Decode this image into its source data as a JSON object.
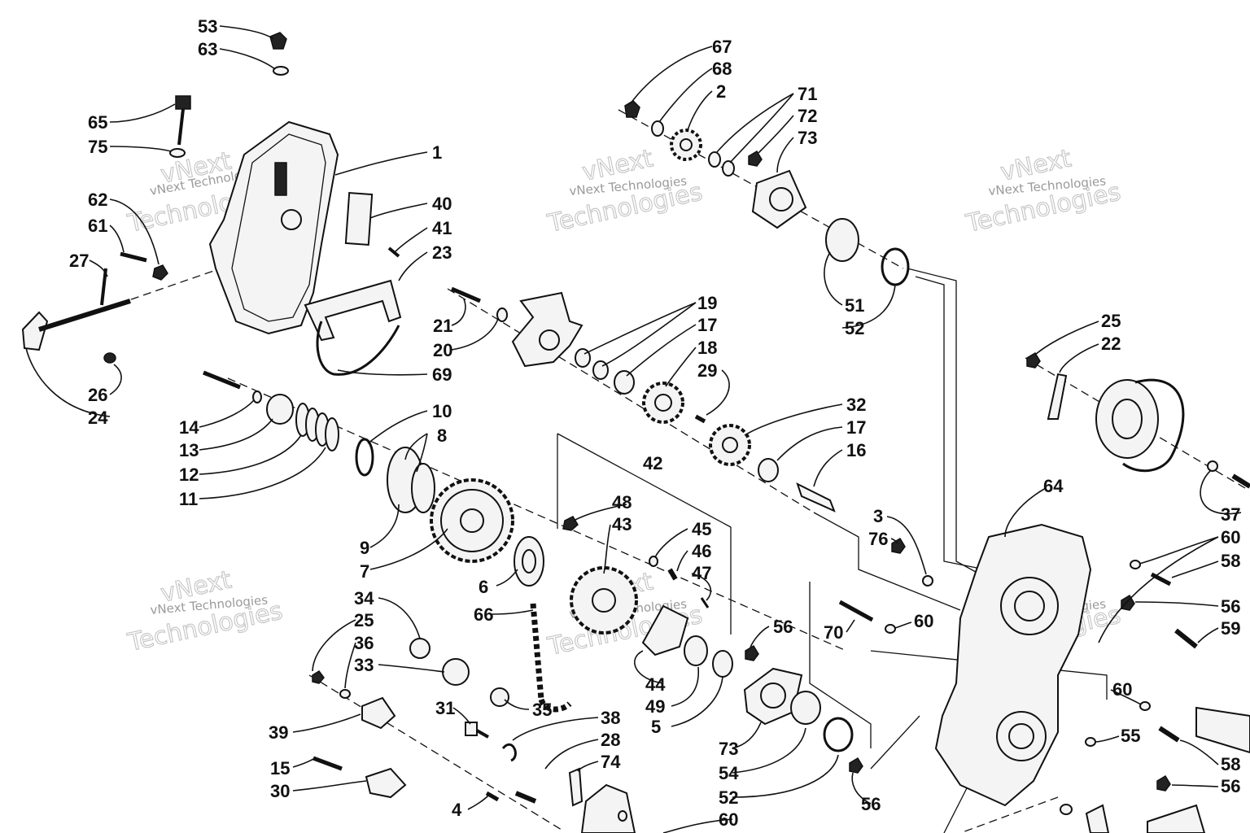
{
  "watermark": {
    "small": "vNext Technologies",
    "big_line1": "vNext",
    "big_line2": "Technologies"
  },
  "callouts": {
    "c53": "53",
    "c63": "63",
    "c65": "65",
    "c75": "75",
    "c1": "1",
    "c40": "40",
    "c41": "41",
    "c23": "23",
    "c62": "62",
    "c61": "61",
    "c27": "27",
    "c69": "69",
    "c26": "26",
    "c24": "24",
    "c67": "67",
    "c68": "68",
    "c2": "2",
    "c71": "71",
    "c72": "72",
    "c73a": "73",
    "c51": "51",
    "c52a": "52",
    "c21": "21",
    "c20": "20",
    "c19": "19",
    "c17a": "17",
    "c18": "18",
    "c29": "29",
    "c32": "32",
    "c17b": "17",
    "c16": "16",
    "c14": "14",
    "c13": "13",
    "c12": "12",
    "c11": "11",
    "c10": "10",
    "c8": "8",
    "c9": "9",
    "c7": "7",
    "c42": "42",
    "c48": "48",
    "c43": "43",
    "c45": "45",
    "c46": "46",
    "c47": "47",
    "c6": "6",
    "c66": "66",
    "c44": "44",
    "c49": "49",
    "c5": "5",
    "c34": "34",
    "c25a": "25",
    "c36": "36",
    "c33": "33",
    "c35": "35",
    "c39": "39",
    "c31": "31",
    "c38": "38",
    "c28": "28",
    "c74": "74",
    "c15": "15",
    "c30": "30",
    "c4": "4",
    "c56a": "56",
    "c70": "70",
    "c60a": "60",
    "c73b": "73",
    "c54": "54",
    "c52b": "52",
    "c56b": "56",
    "c60b": "60",
    "c3": "3",
    "c76": "76",
    "c64": "64",
    "c25b": "25",
    "c22": "22",
    "c37": "37",
    "c60c": "60",
    "c58a": "58",
    "c56c": "56",
    "c59": "59",
    "c60d": "60",
    "c55": "55",
    "c58b": "58",
    "c56d": "56"
  },
  "icons": {
    "chaincase_cover": "chaincase-cover-icon",
    "chaincase_housing": "chaincase-housing-icon",
    "sprocket": "sprocket-icon",
    "spring": "spring-icon",
    "bearing": "bearing-icon",
    "chain": "drive-chain-icon",
    "bolt": "bolt-icon",
    "nut": "nut-icon",
    "washer": "washer-icon"
  }
}
